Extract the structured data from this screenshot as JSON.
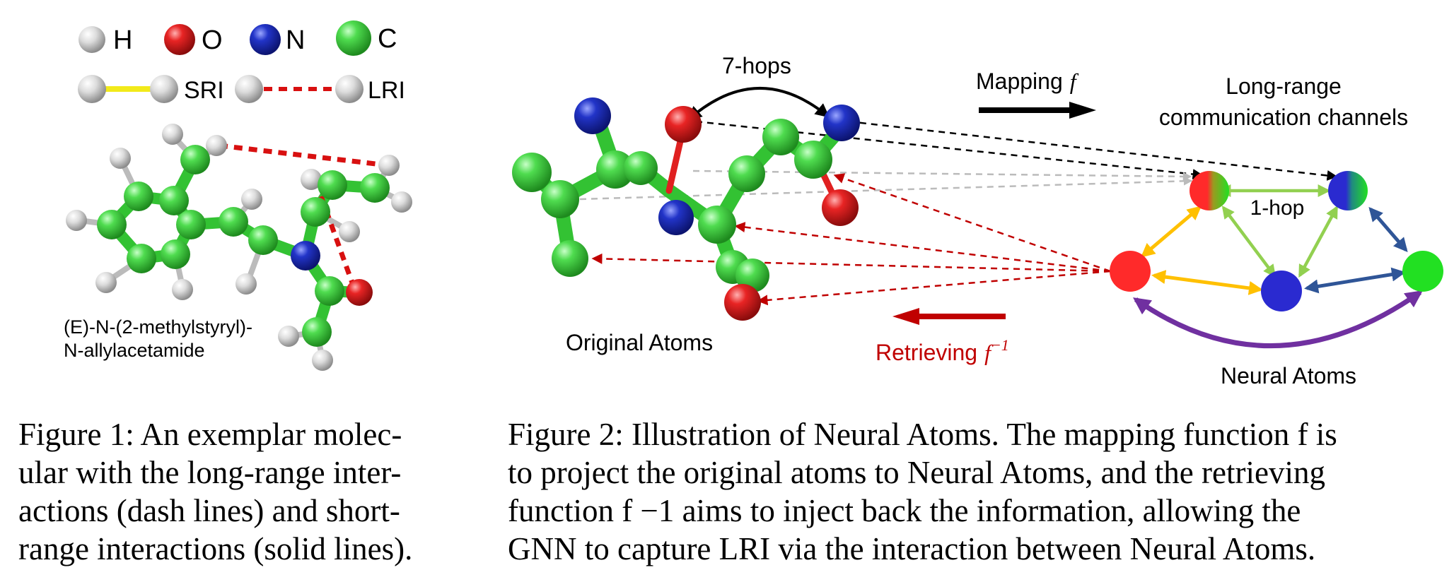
{
  "figure1": {
    "legend": {
      "atoms": [
        {
          "symbol": "H",
          "color": "#d9d9d9"
        },
        {
          "symbol": "O",
          "color": "#e02020"
        },
        {
          "symbol": "N",
          "color": "#1f2fbf"
        },
        {
          "symbol": "C",
          "color": "#3fcc3f"
        }
      ],
      "sri_label": "SRI",
      "lri_label": "LRI",
      "sri_color": "#f2ea1a",
      "lri_color": "#d81010"
    },
    "molecule_name_line1": "(E)-N-(2-methylstyryl)-",
    "molecule_name_line2": "N-allylacetamide",
    "caption_lines": [
      "Figure 1:  An exemplar molec-",
      "ular with the long-range inter-",
      "actions (dash lines) and short-",
      "range interactions (solid lines)."
    ]
  },
  "figure2": {
    "hops_label": "7-hops",
    "mapping_label": "Mapping",
    "mapping_symbol": "f",
    "channels_line1": "Long-range",
    "channels_line2": "communication channels",
    "one_hop_label": "1-hop",
    "original_atoms_label": "Original Atoms",
    "retrieving_label": "Retrieving",
    "retrieving_symbol": "f",
    "retrieving_exponent": "−1",
    "neural_atoms_label": "Neural Atoms",
    "colors": {
      "carbon": "#3fcc3f",
      "oxygen": "#e02020",
      "nitrogen": "#1f2fbf",
      "mapping_arrow": "#000000",
      "retrieving_arrow": "#c00000",
      "yellow_edge": "#ffc000",
      "green_edge": "#92d050",
      "blue_edge": "#2f5597",
      "purple_edge": "#7030a0"
    },
    "caption_lines": [
      "Figure 2: Illustration of Neural Atoms. The mapping function f is",
      "to project the original atoms to Neural Atoms, and the retrieving",
      "function f −1 aims to inject back the information, allowing the",
      "GNN to capture LRI via the interaction between Neural Atoms."
    ]
  }
}
